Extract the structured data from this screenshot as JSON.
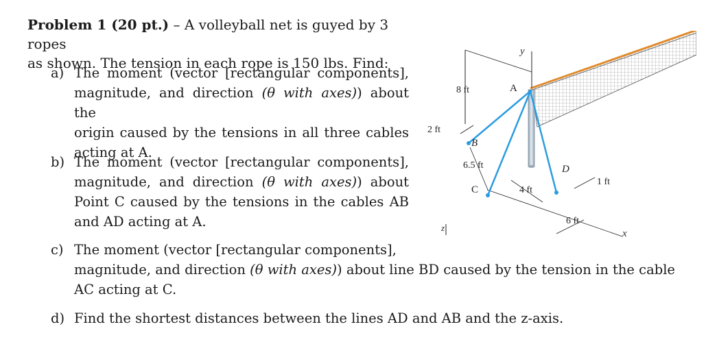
{
  "header": {
    "problem_label": "Problem 1 (20 pt.)",
    "intro_line1": " – A volleyball net is guyed by 3 ropes",
    "intro_line2": "as shown. The tension in each rope is 150 lbs. Find:"
  },
  "parts": {
    "a": {
      "label": "a)",
      "l1": "The moment (vector [rectangular components],",
      "l2_pre": "magnitude, and direction ",
      "l2_em": "(θ with axes)",
      "l2_post": ") about the",
      "l3": "origin caused by the tensions in all three cables",
      "l4": "acting at A."
    },
    "b": {
      "label": "b)",
      "l1": "The moment (vector [rectangular components],",
      "l2_pre": "magnitude, and direction ",
      "l2_em": "(θ with axes)",
      "l2_post": ") about",
      "l3": "Point C caused by the tensions in the cables AB",
      "l4": "and AD acting at A."
    },
    "c": {
      "label": "c)",
      "l1": "The moment (vector [rectangular components],",
      "l2_pre": "magnitude, and direction ",
      "l2_em": "(θ with axes)",
      "l2_post": ") about line BD caused by the tension in the cable",
      "l3": "AC acting at C."
    },
    "d": {
      "label": "d)",
      "text": "Find the shortest distances between the lines AD and AB and the z-axis."
    }
  },
  "figure": {
    "labels": {
      "y": "y",
      "A": "A",
      "B": "B",
      "C": "C",
      "D": "D",
      "x": "x",
      "z": "z",
      "dim_8ft": "8 ft",
      "dim_2ft": "2 ft",
      "dim_65ft": "6.5 ft",
      "dim_4ft": "4 ft",
      "dim_1ft": "1 ft",
      "dim_6ft": "6 ft"
    },
    "colors": {
      "cable": "#2b9be0",
      "net_top": "#e08a2b",
      "pole": "#b9c6d0",
      "ink": "#222222"
    }
  }
}
